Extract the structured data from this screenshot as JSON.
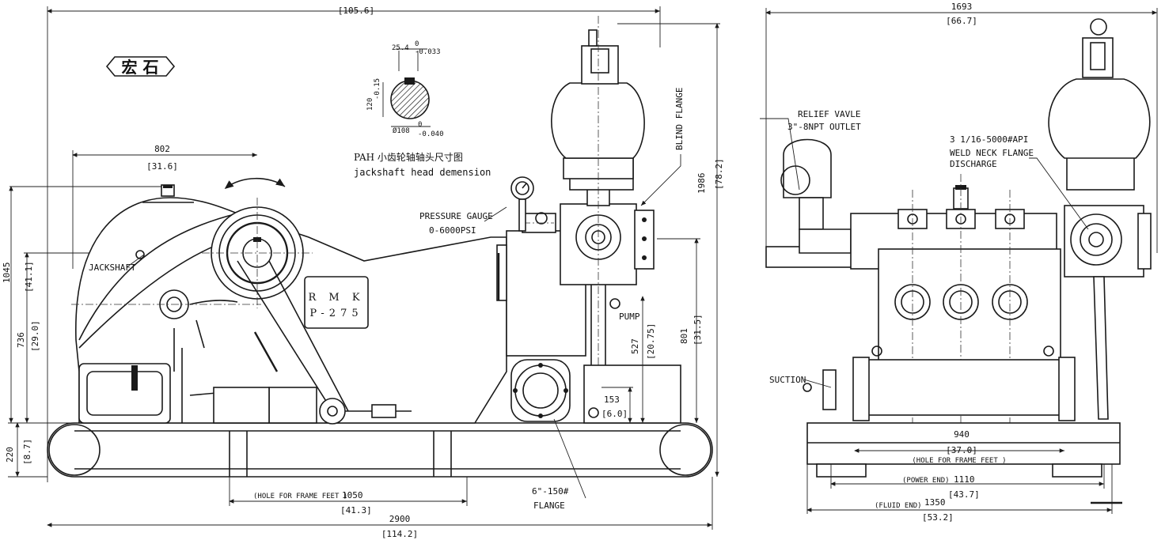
{
  "front_view": {
    "dims": {
      "total_width_bracket": "[105.6]",
      "jackshaft_offset_mm": "802",
      "jackshaft_offset_in": "[31.6]",
      "height_1045_mm": "1045",
      "height_1045_in": "[41.1]",
      "height_736_mm": "736",
      "height_736_in": "[29.0]",
      "height_220_mm": "220",
      "height_220_in": "[8.7]",
      "total_height_mm": "1986",
      "total_height_in": "[78.2]",
      "height_801_mm": "801",
      "height_801_in": "[31.5]",
      "height_527_mm": "527",
      "height_527_in": "[20.75]",
      "height_153_mm": "153",
      "height_153_in": "[6.0]",
      "hole_label": "(HOLE FOR FRAME FEET )",
      "hole_mm": "1050",
      "hole_in": "[41.3]",
      "length_mm": "2900",
      "length_in": "[114.2]"
    },
    "labels": {
      "jackshaft": "JACKSHAFT",
      "pressure_gauge": "PRESSURE GAUGE",
      "pressure_range": "0-6000PSI",
      "blind_flange": "BLIND FLANGE",
      "pump": "PUMP",
      "flange_size": "6\"-150#",
      "flange": "FLANGE",
      "plate_line1": "R M K",
      "plate_line2": "P-275",
      "logo": "宏 石"
    },
    "detail": {
      "key_width": "25.4",
      "key_tol": "-0.033",
      "key_tol_top": "0",
      "depth": "120",
      "depth_tol": "-0.15",
      "diameter": "Ø108",
      "dia_tol": "-0.040",
      "dia_tol_top": "0",
      "title_cn": "PAH 小齿轮轴轴头尺寸图",
      "title_en": "jackshaft head demension"
    }
  },
  "side_view": {
    "dims": {
      "width_mm": "1693",
      "width_in": "[66.7]",
      "frame_mm": "940",
      "frame_in": "[37.0]",
      "frame_label": "(HOLE FOR FRAME FEET )",
      "power_end_label": "(POWER END)",
      "power_end_mm": "1110",
      "power_end_in": "[43.7]",
      "fluid_end_label": "(FLUID END)",
      "fluid_end_mm": "1350",
      "fluid_end_in": "[53.2]"
    },
    "labels": {
      "relief_valve": "RELIEF VAVLE",
      "outlet": "3\"-8NPT OUTLET",
      "discharge_size": "3 1/16-5000#API",
      "weld_neck": "WELD NECK FLANGE",
      "discharge": "DISCHARGE",
      "suction": "SUCTION"
    }
  },
  "colors": {
    "ink": "#1a1a1a",
    "paper": "#ffffff"
  }
}
